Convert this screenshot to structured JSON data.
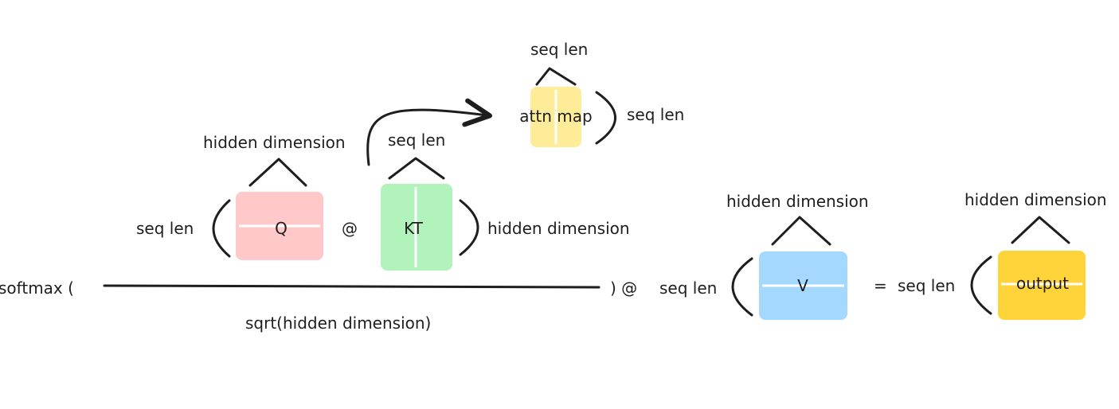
{
  "formula": {
    "softmax_label": "softmax (",
    "close_paren_at": ") @",
    "denominator": "sqrt(hidden dimension)",
    "at_symbol": "@",
    "equals": "="
  },
  "matrices": {
    "q": {
      "label": "Q",
      "color": "#ffc9c9",
      "left_dim": "seq len",
      "top_dim": "hidden dimension"
    },
    "kt": {
      "label": "KT",
      "color": "#b2f2bb",
      "right_dim": "hidden dimension",
      "top_dim": "seq len"
    },
    "attn": {
      "label": "attn map",
      "color": "#ffec99",
      "right_dim": "seq len",
      "top_dim": "seq len"
    },
    "v": {
      "label": "V",
      "color": "#a5d8ff",
      "left_dim": "seq len",
      "top_dim": "hidden dimension"
    },
    "output": {
      "label": "output",
      "color": "#ffd43b",
      "left_dim": "seq len",
      "top_dim": "hidden dimension"
    }
  },
  "icons": {
    "arrow": "curved-arrow-icon"
  }
}
